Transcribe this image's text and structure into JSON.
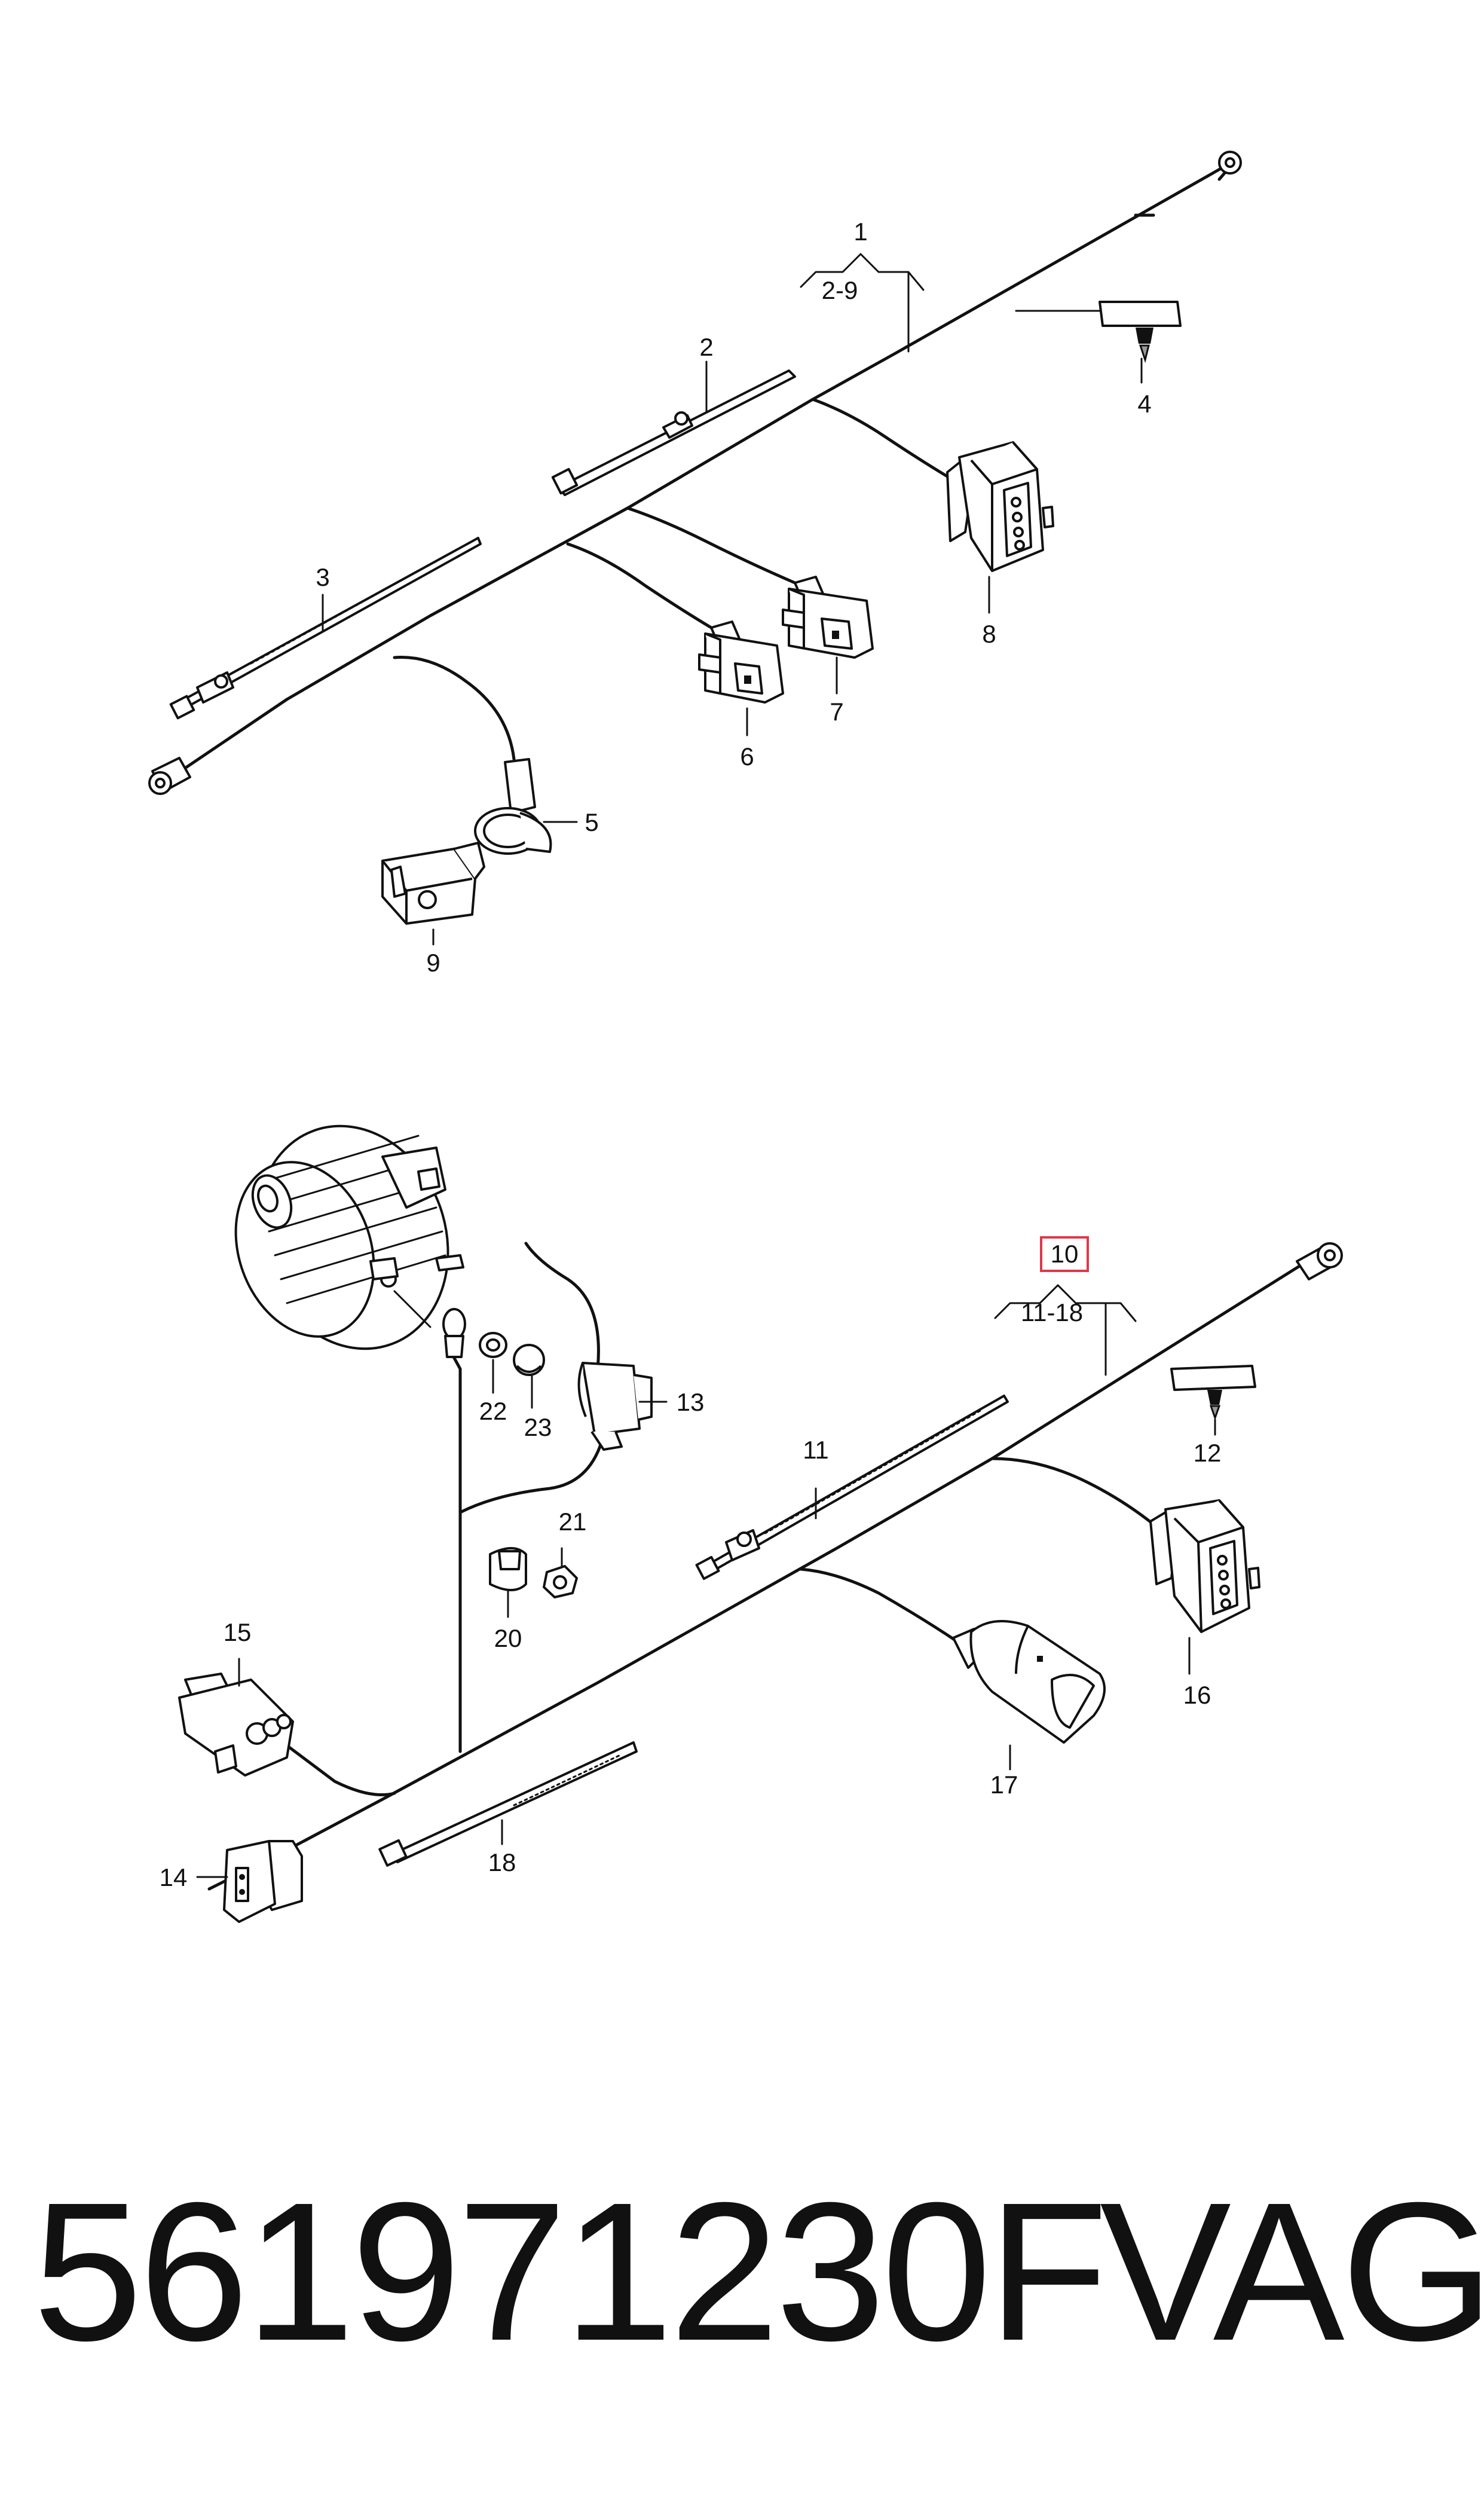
{
  "labels": {
    "l1": "1",
    "l1_range": "2-9",
    "l2": "2",
    "l3": "3",
    "l4": "4",
    "l5": "5",
    "l6": "6",
    "l7": "7",
    "l8": "8",
    "l9": "9",
    "l10": "10",
    "l10_range": "11-18",
    "l11": "11",
    "l12": "12",
    "l13": "13",
    "l14": "14",
    "l15": "15",
    "l16": "16",
    "l17": "17",
    "l18": "18",
    "l20": "20",
    "l21": "21",
    "l22": "22",
    "l23": "23"
  },
  "highlight_color": "#e0384a",
  "footer": {
    "part_number": "561971230F",
    "brand": "VAG"
  }
}
